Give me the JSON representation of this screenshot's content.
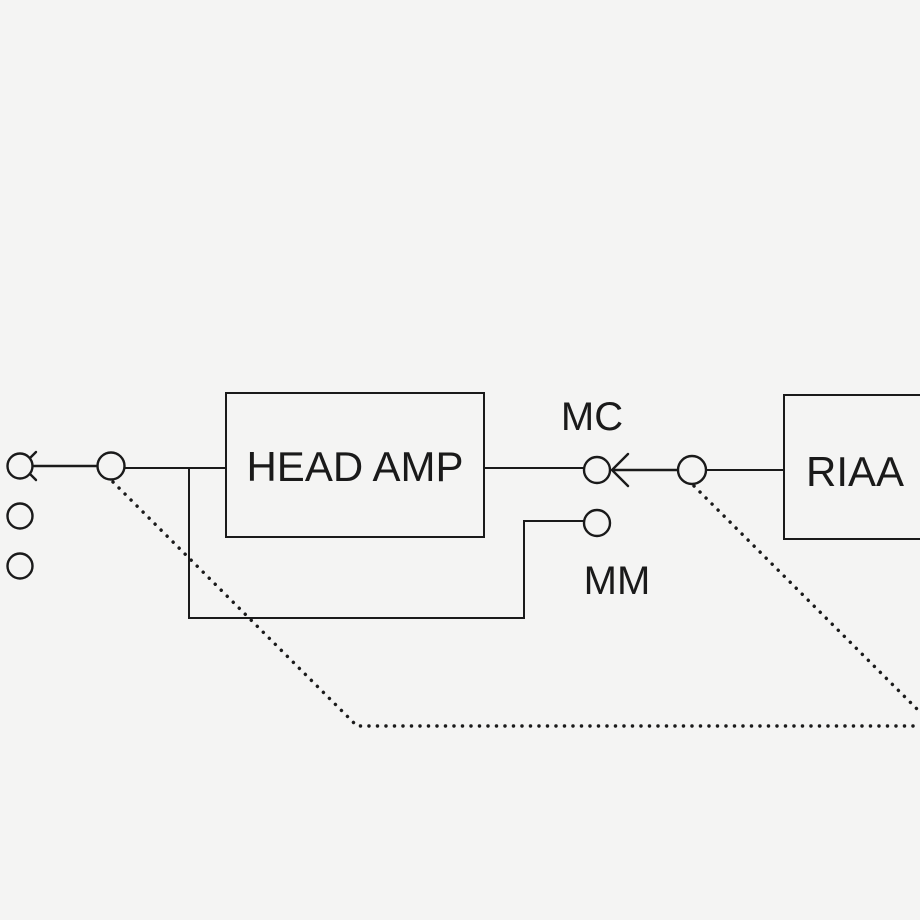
{
  "blocks": {
    "head_amp": "HEAD AMP",
    "riaa": "RIAA"
  },
  "switch_positions": {
    "mc": "MC",
    "mm": "MM"
  }
}
